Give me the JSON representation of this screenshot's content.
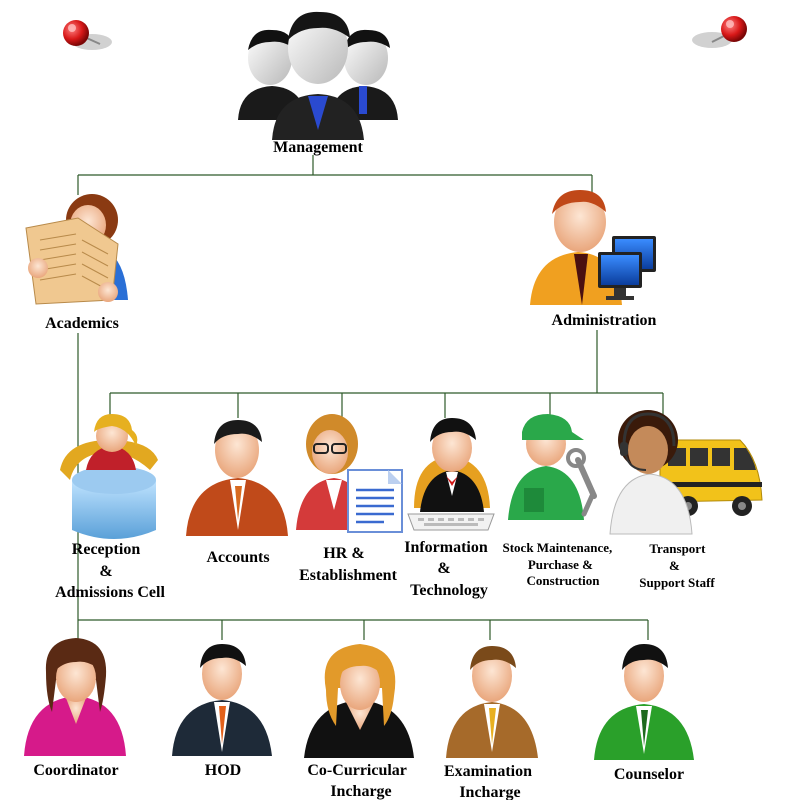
{
  "top": {
    "management": "Management"
  },
  "level2": {
    "academics": "Academics",
    "administration": "Administration"
  },
  "admin_units": {
    "reception": [
      "Reception",
      "&",
      "Admissions Cell"
    ],
    "accounts": "Accounts",
    "hr": [
      "HR &",
      "Establishment"
    ],
    "it": [
      "Information",
      "&",
      "Technology"
    ],
    "stock": [
      "Stock Maintenance,",
      "Purchase &",
      "Construction"
    ],
    "transport": [
      "Transport",
      "&",
      "Support Staff"
    ]
  },
  "academic_units": {
    "coordinator": "Coordinator",
    "hod": "HOD",
    "cocurricular": [
      "Co-Curricular",
      "Incharge"
    ],
    "examination": [
      "Examination",
      "Incharge"
    ],
    "counselor": "Counselor"
  },
  "colors": {
    "line": "#2e5a2a",
    "pin": "#d81818",
    "skin": "#f4c8a8",
    "hair_dark": "#1a1a1a",
    "academics_shirt": "#2a6fd6",
    "admin_shirt": "#f0a020",
    "accounts_suit": "#c04a1a",
    "hr_suit": "#d43a3a",
    "stock_uniform": "#2aa84a",
    "bus_yellow": "#f2c21a",
    "coordinator_top": "#d61a8a",
    "examination_suit": "#a66a2a",
    "counselor_suit": "#2aa02a"
  },
  "icons": [
    "pushpin-icon",
    "management-group-icon",
    "newspaper-reader-icon",
    "computer-admin-icon",
    "reception-desk-icon",
    "businessman-icon",
    "businesswoman-document-icon",
    "tech-worker-keyboard-icon",
    "mechanic-wrench-icon",
    "support-staff-bus-icon",
    "woman-icon",
    "man-suit-icon"
  ]
}
